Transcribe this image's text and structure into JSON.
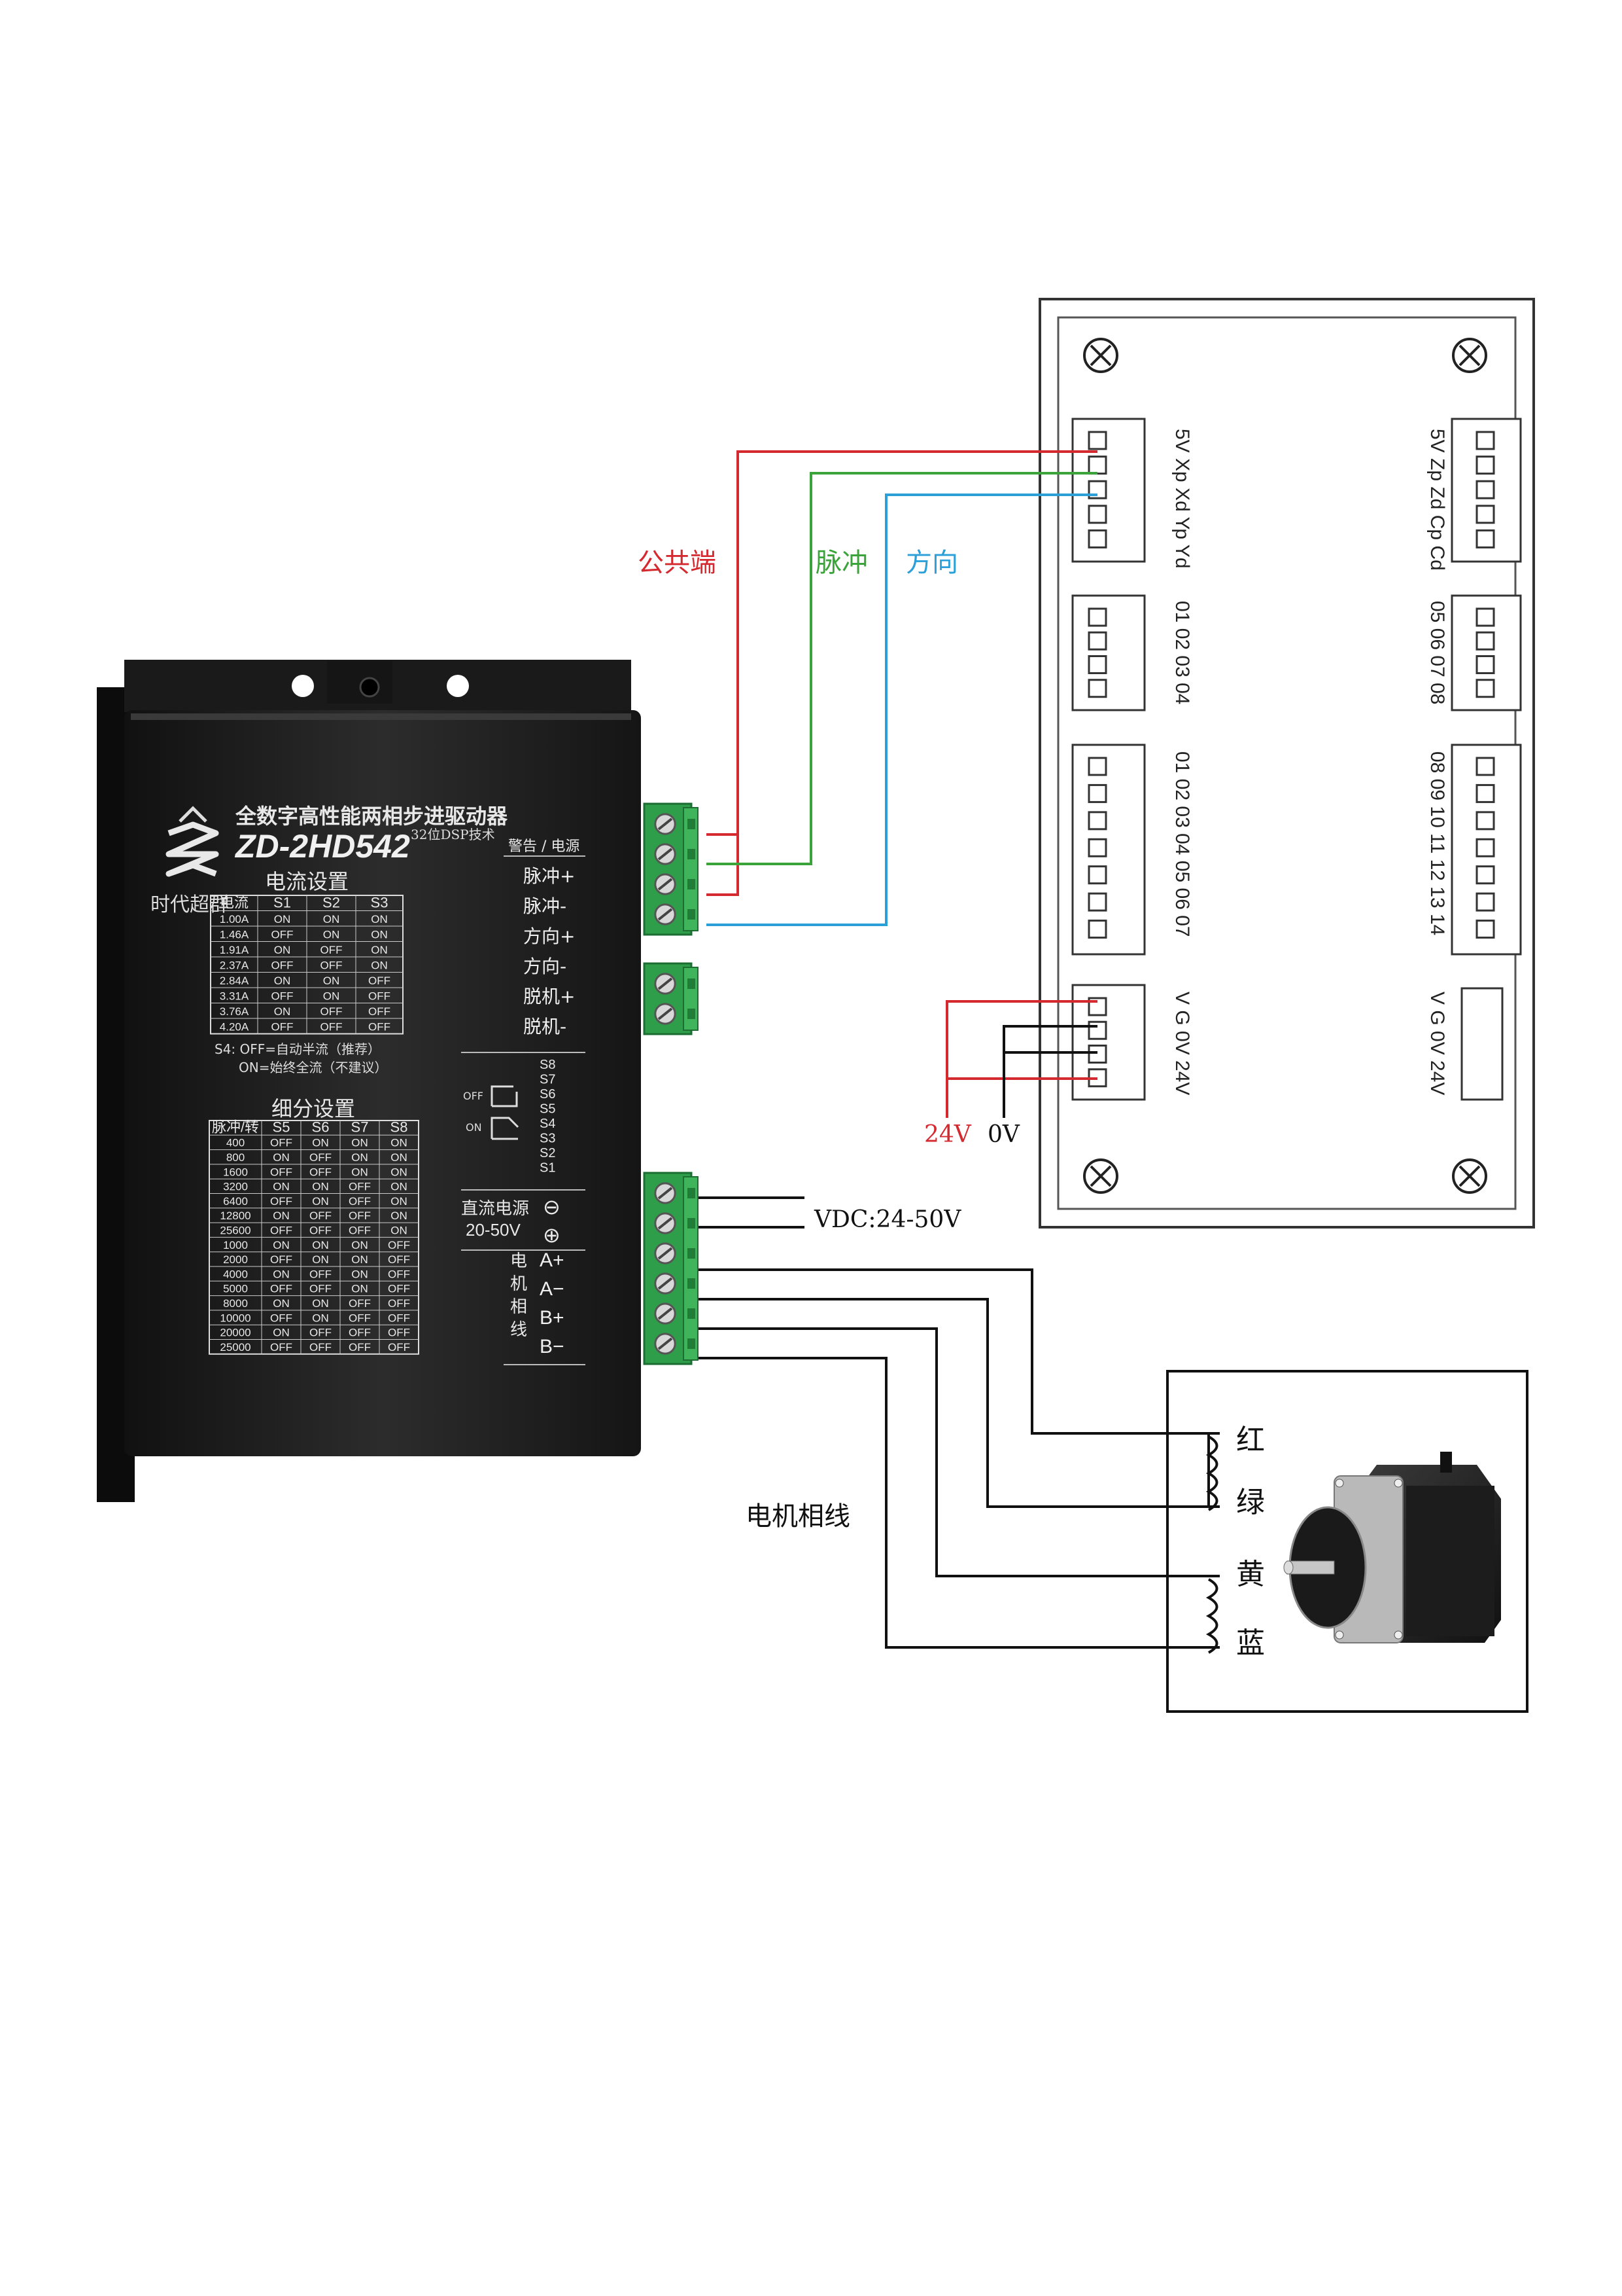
{
  "driver": {
    "brand": "时代超群",
    "title_cn": "全数字高性能两相步进驱动器",
    "model": "ZD-2HD542",
    "tech": "32位DSP技术",
    "current_title": "电流设置",
    "current_table": {
      "headers": [
        "电流",
        "S1",
        "S2",
        "S3"
      ],
      "rows": [
        [
          "1.00A",
          "ON",
          "ON",
          "ON"
        ],
        [
          "1.46A",
          "OFF",
          "ON",
          "ON"
        ],
        [
          "1.91A",
          "ON",
          "OFF",
          "ON"
        ],
        [
          "2.37A",
          "OFF",
          "OFF",
          "ON"
        ],
        [
          "2.84A",
          "ON",
          "ON",
          "OFF"
        ],
        [
          "3.31A",
          "OFF",
          "ON",
          "OFF"
        ],
        [
          "3.76A",
          "ON",
          "OFF",
          "OFF"
        ],
        [
          "4.20A",
          "OFF",
          "OFF",
          "OFF"
        ]
      ]
    },
    "s4_note_1": "S4: OFF=自动半流（推荐）",
    "s4_note_2": "ON=始终全流（不建议）",
    "micro_title": "细分设置",
    "micro_table": {
      "headers": [
        "脉冲/转",
        "S5",
        "S6",
        "S7",
        "S8"
      ],
      "rows": [
        [
          "400",
          "OFF",
          "ON",
          "ON",
          "ON"
        ],
        [
          "800",
          "ON",
          "OFF",
          "ON",
          "ON"
        ],
        [
          "1600",
          "OFF",
          "OFF",
          "ON",
          "ON"
        ],
        [
          "3200",
          "ON",
          "ON",
          "OFF",
          "ON"
        ],
        [
          "6400",
          "OFF",
          "ON",
          "OFF",
          "ON"
        ],
        [
          "12800",
          "ON",
          "OFF",
          "OFF",
          "ON"
        ],
        [
          "25600",
          "OFF",
          "OFF",
          "OFF",
          "ON"
        ],
        [
          "1000",
          "ON",
          "ON",
          "ON",
          "OFF"
        ],
        [
          "2000",
          "OFF",
          "ON",
          "ON",
          "OFF"
        ],
        [
          "4000",
          "ON",
          "OFF",
          "ON",
          "OFF"
        ],
        [
          "5000",
          "OFF",
          "OFF",
          "ON",
          "OFF"
        ],
        [
          "8000",
          "ON",
          "ON",
          "OFF",
          "OFF"
        ],
        [
          "10000",
          "OFF",
          "ON",
          "OFF",
          "OFF"
        ],
        [
          "20000",
          "ON",
          "OFF",
          "OFF",
          "OFF"
        ],
        [
          "25000",
          "OFF",
          "OFF",
          "OFF",
          "OFF"
        ]
      ]
    },
    "alarm_power": "警告 / 电源",
    "signal_labels": [
      "脉冲+",
      "脉冲-",
      "方向+",
      "方向-",
      "脱机+",
      "脱机-"
    ],
    "dip_labels": [
      "S8",
      "S7",
      "S6",
      "S5",
      "S4",
      "S3",
      "S2",
      "S1"
    ],
    "dip_off": "OFF",
    "dip_on": "ON",
    "dc_power": "直流电源",
    "dc_range": "20-50V",
    "dc_minus": "⊖",
    "dc_plus": "⊕",
    "motor_phase_chars": [
      "电",
      "机",
      "相",
      "线"
    ],
    "phase_labels": [
      "A+",
      "A−",
      "B+",
      "B−"
    ]
  },
  "wires": {
    "common_label": "公共端",
    "pulse_label": "脉冲",
    "direction_label": "方向",
    "vdc_label": "VDC:24-50V",
    "v24_label": "24V",
    "v0_label": "0V",
    "motor_phase_label": "电机相线",
    "colors": {
      "common": "#d42a2f",
      "pulse": "#3aa43a",
      "direction": "#2a9fd8",
      "power24": "#d42a2f",
      "ground": "#111111"
    }
  },
  "board": {
    "left_groups": [
      "5V Xp Xd Yp Yd",
      "01 02 03 04",
      "01 02 03 04 05 06 07",
      "V  G  0V 24V"
    ],
    "right_groups": [
      "5V Zp Zd Cp Cd",
      "05 06 07 08",
      "08 09 10 11 12 13 14",
      "V  G  0V 24V"
    ]
  },
  "motor": {
    "wire_colors": [
      "红",
      "绿",
      "黄",
      "蓝"
    ]
  }
}
